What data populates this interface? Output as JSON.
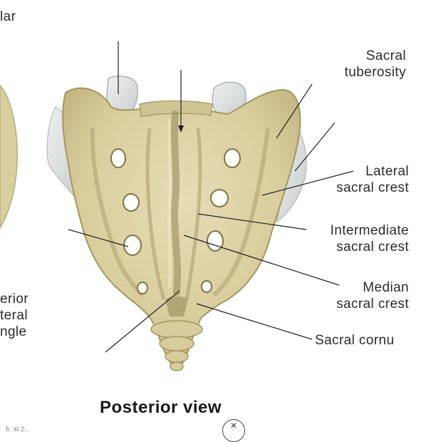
{
  "diagram": {
    "title": "Posterior view",
    "labels": {
      "sacral_tuberosity": "Sacral\ntuberosity",
      "lateral_sacral_crest": "Lateral\nsacral crest",
      "intermediate_sacral_crest": "Intermediate\nsacral crest",
      "median_sacral_crest": "Median\nsacral crest",
      "sacral_cornu": "Sacral cornu",
      "cut_top_left": "lar",
      "cut_inferior_lateral_angle": "erior\nteral\nngle"
    },
    "footer_note": "fi.:.kl 2:..",
    "close_glyph": "×",
    "colors": {
      "bone": "#dcd2a6",
      "bone_shadow": "#a89b6b",
      "cartilage": "#d7dadb",
      "leader_line": "#222222"
    }
  }
}
